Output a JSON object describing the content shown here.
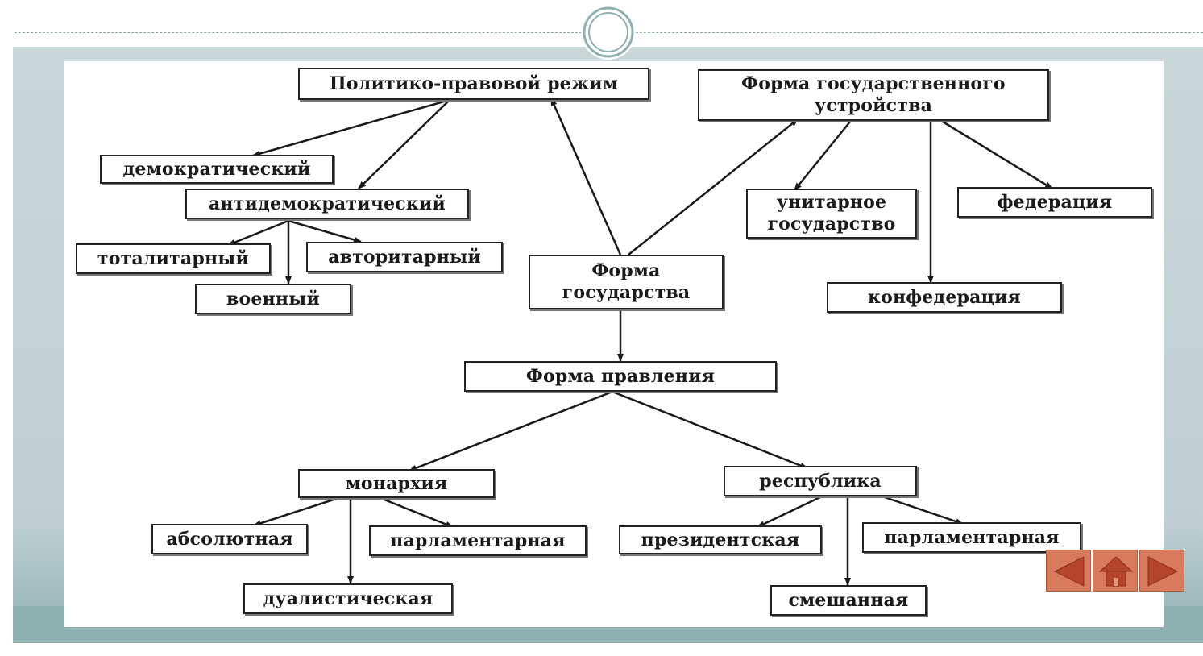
{
  "diagram": {
    "center": "Форма государства",
    "regime": {
      "title": "Политико-правовой режим",
      "democratic": "демократический",
      "antidemocratic": "антидемократический",
      "totalitarian": "тоталитарный",
      "authoritarian": "авторитарный",
      "military": "военный"
    },
    "structure": {
      "title": "Форма государственного устройства",
      "unitary": "унитарное государство",
      "federation": "федерация",
      "confederation": "конфедерация"
    },
    "government": {
      "title": "Форма правления",
      "monarchy": "монархия",
      "absolute": "абсолютная",
      "parliamentary_monarchy": "парламентарная",
      "dualistic": "дуалистическая",
      "republic": "республика",
      "presidential": "президентская",
      "parliamentary_republic": "парламентарная",
      "mixed": "смешанная"
    }
  },
  "colors": {
    "frame": "#c9d6d8",
    "band": "#8fb0b1",
    "nav_button": "#d87a5c"
  },
  "nav": {
    "prev_icon": "triangle-left-icon",
    "home_icon": "house-icon",
    "next_icon": "triangle-right-icon"
  }
}
